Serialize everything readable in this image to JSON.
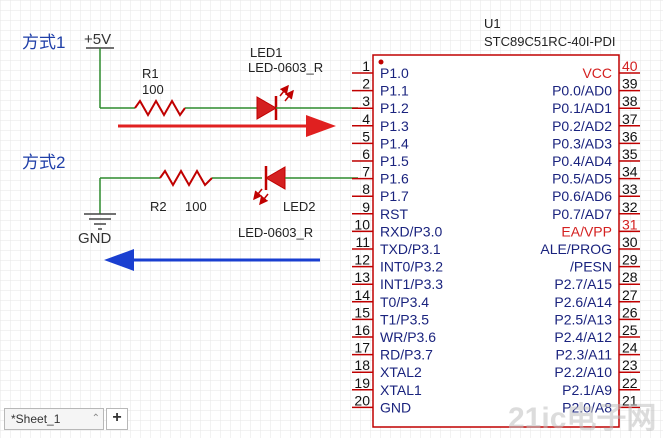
{
  "labels": {
    "method1": "方式1",
    "method2": "方式2",
    "vcc_net": "+5V",
    "gnd_net": "GND"
  },
  "components": {
    "r1": {
      "designator": "R1",
      "value": "100"
    },
    "r2": {
      "designator": "R2",
      "value": "100"
    },
    "led1": {
      "designator": "LED1",
      "footprint": "LED-0603_R"
    },
    "led2": {
      "designator": "LED2",
      "footprint": "LED-0603_R"
    },
    "u1": {
      "designator": "U1",
      "part": "STC89C51RC-40I-PDI"
    }
  },
  "mcu": {
    "left_pins": [
      {
        "num": "1",
        "name": "P1.0"
      },
      {
        "num": "2",
        "name": "P1.1"
      },
      {
        "num": "3",
        "name": "P1.2"
      },
      {
        "num": "4",
        "name": "P1.3"
      },
      {
        "num": "5",
        "name": "P1.4"
      },
      {
        "num": "6",
        "name": "P1.5"
      },
      {
        "num": "7",
        "name": "P1.6"
      },
      {
        "num": "8",
        "name": "P1.7"
      },
      {
        "num": "9",
        "name": "RST"
      },
      {
        "num": "10",
        "name": "RXD/P3.0"
      },
      {
        "num": "11",
        "name": "TXD/P3.1"
      },
      {
        "num": "12",
        "name": "INT0/P3.2"
      },
      {
        "num": "13",
        "name": "INT1/P3.3"
      },
      {
        "num": "14",
        "name": "T0/P3.4"
      },
      {
        "num": "15",
        "name": "T1/P3.5"
      },
      {
        "num": "16",
        "name": "WR/P3.6"
      },
      {
        "num": "17",
        "name": "RD/P3.7"
      },
      {
        "num": "18",
        "name": "XTAL2"
      },
      {
        "num": "19",
        "name": "XTAL1"
      },
      {
        "num": "20",
        "name": "GND"
      }
    ],
    "right_pins": [
      {
        "num": "40",
        "name": "VCC",
        "power": true
      },
      {
        "num": "39",
        "name": "P0.0/AD0"
      },
      {
        "num": "38",
        "name": "P0.1/AD1"
      },
      {
        "num": "37",
        "name": "P0.2/AD2"
      },
      {
        "num": "36",
        "name": "P0.3/AD3"
      },
      {
        "num": "35",
        "name": "P0.4/AD4"
      },
      {
        "num": "34",
        "name": "P0.5/AD5"
      },
      {
        "num": "33",
        "name": "P0.6/AD6"
      },
      {
        "num": "32",
        "name": "P0.7/AD7"
      },
      {
        "num": "31",
        "name": "EA/VPP",
        "power": true
      },
      {
        "num": "30",
        "name": "ALE/PROG"
      },
      {
        "num": "29",
        "name": "/PESN"
      },
      {
        "num": "28",
        "name": "P2.7/A15"
      },
      {
        "num": "27",
        "name": "P2.6/A14"
      },
      {
        "num": "26",
        "name": "P2.5/A13"
      },
      {
        "num": "25",
        "name": "P2.4/A12"
      },
      {
        "num": "24",
        "name": "P2.3/A11"
      },
      {
        "num": "23",
        "name": "P2.2/A10"
      },
      {
        "num": "22",
        "name": "P2.1/A9"
      },
      {
        "num": "21",
        "name": "P2.0/A8"
      }
    ]
  },
  "tabs": {
    "sheet_label": "*Sheet_1",
    "add_label": "+"
  },
  "watermark": "21ic电子网",
  "colors": {
    "wire": "#2e8b2e",
    "component": "#c00000",
    "pin_text": "#1a237e",
    "label": "#1f3fa8",
    "arrow_red": "#e02020",
    "arrow_blue": "#1a3fd0",
    "grid": "#e6e6e6",
    "power_pin": "#d42020"
  }
}
